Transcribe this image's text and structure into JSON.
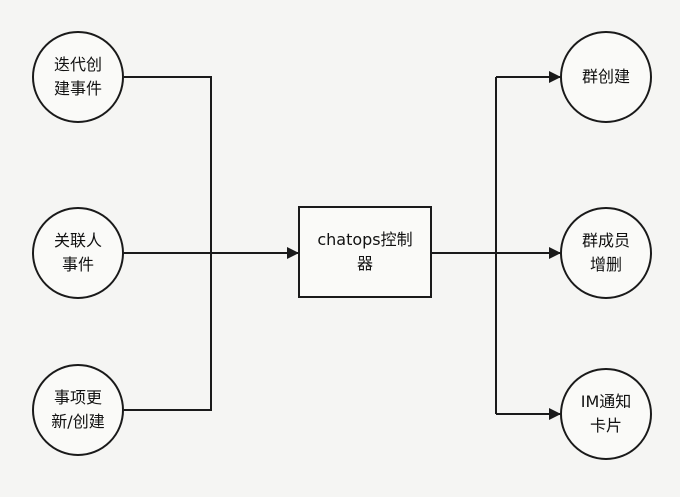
{
  "diagram": {
    "inputs": [
      {
        "id": "in-1",
        "lines": [
          "迭代创",
          "建事件"
        ]
      },
      {
        "id": "in-2",
        "lines": [
          "关联人",
          "事件"
        ]
      },
      {
        "id": "in-3",
        "lines": [
          "事项更",
          "新/创建"
        ]
      }
    ],
    "center": {
      "lines": [
        "chatops控制",
        "器"
      ]
    },
    "outputs": [
      {
        "id": "out-1",
        "lines": [
          "群创建"
        ]
      },
      {
        "id": "out-2",
        "lines": [
          "群成员",
          "增删"
        ]
      },
      {
        "id": "out-3",
        "lines": [
          "IM通知",
          "卡片"
        ]
      }
    ],
    "colors": {
      "stroke": "#1a1a1a",
      "background": "#f5f5f3"
    }
  }
}
